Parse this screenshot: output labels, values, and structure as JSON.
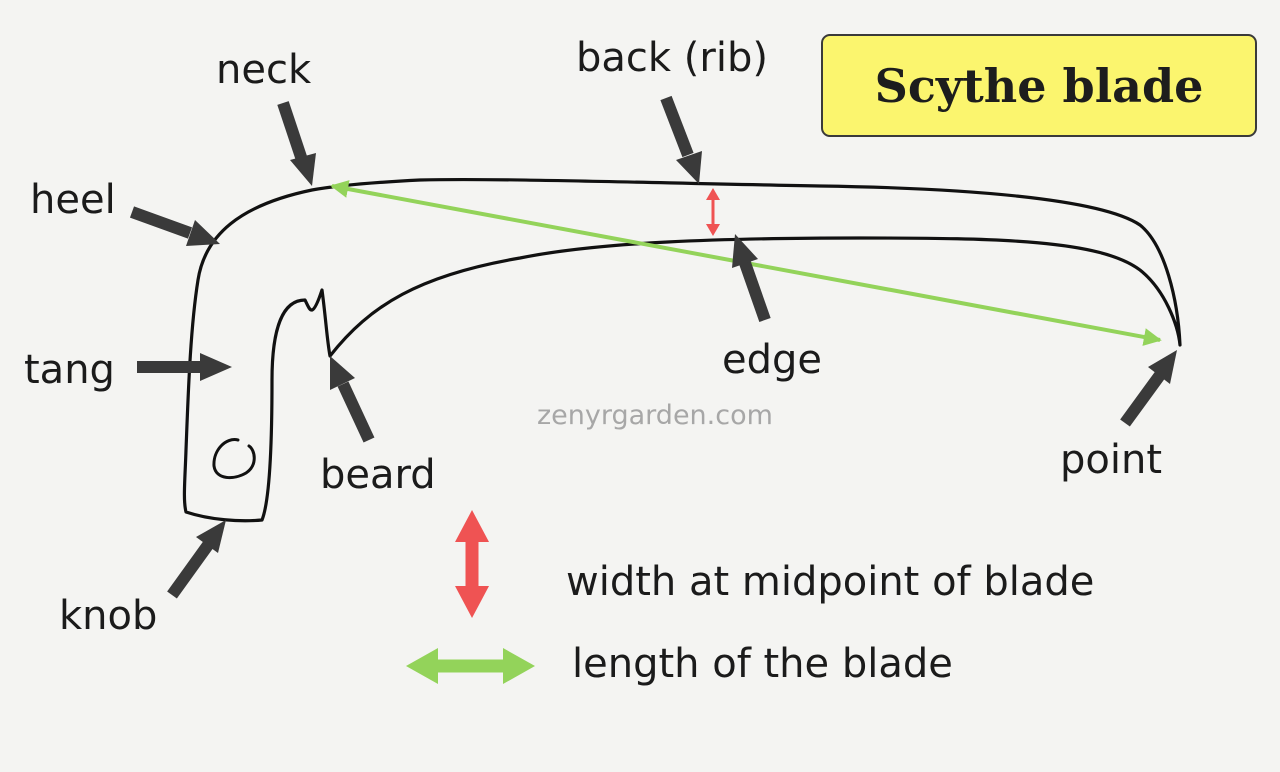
{
  "title": "Scythe blade",
  "labels": {
    "neck": "neck",
    "back": "back (rib)",
    "heel": "heel",
    "tang": "tang",
    "edge": "edge",
    "beard": "beard",
    "point": "point",
    "knob": "knob"
  },
  "watermark": "zenyrgarden.com",
  "legend": {
    "width": "width at midpoint of blade",
    "length": "length of the blade"
  },
  "colors": {
    "width_arrow": "#ef5353",
    "length_arrow": "#93d35a",
    "pointer_arrow": "#3a3a3a",
    "outline": "#111111",
    "title_background": "#fbf56e"
  }
}
